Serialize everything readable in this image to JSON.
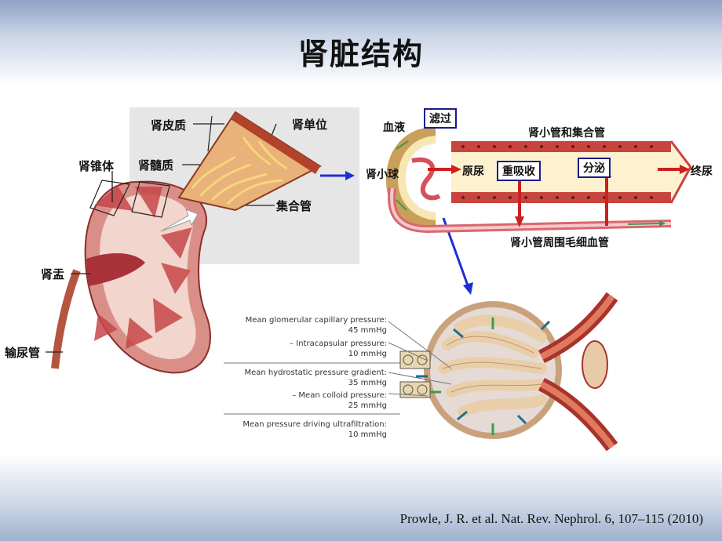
{
  "title": "肾脏结构",
  "kidney_labels": {
    "pyramid": "肾锥体",
    "pelvis": "肾盂",
    "ureter": "输尿管",
    "cortex": "肾皮质",
    "medulla": "肾髓质",
    "nephron": "肾单位",
    "collecting_duct": "集合管"
  },
  "nephron_diagram": {
    "blood": "血液",
    "filtration": "滤过",
    "tubule_and_duct": "肾小管和集合管",
    "glomerulus": "肾小球",
    "primary_urine": "原尿",
    "reabsorption": "重吸收",
    "secretion": "分泌",
    "final_urine": "终尿",
    "peritubular_capillary": "肾小管周围毛细血管"
  },
  "pressures": [
    {
      "label": "Mean glomerular capillary pressure:",
      "value": "45 mmHg"
    },
    {
      "label": "– Intracapsular pressure:",
      "value": "10 mmHg"
    },
    {
      "label": "Mean hydrostatic pressure gradient:",
      "value": "35 mmHg"
    },
    {
      "label": "– Mean colloid pressure:",
      "value": "25 mmHg"
    },
    {
      "label": "Mean pressure driving ultrafiltration:",
      "value": "10 mmHg"
    }
  ],
  "citation": "Prowle, J. R. et al. Nat. Rev. Nephrol. 6, 107–115 (2010)",
  "colors": {
    "arrow_blue": "#1c2fd6",
    "arrow_red": "#cc1f1f",
    "tubule": "#c8453f",
    "arrow_green": "#3a9a52"
  }
}
